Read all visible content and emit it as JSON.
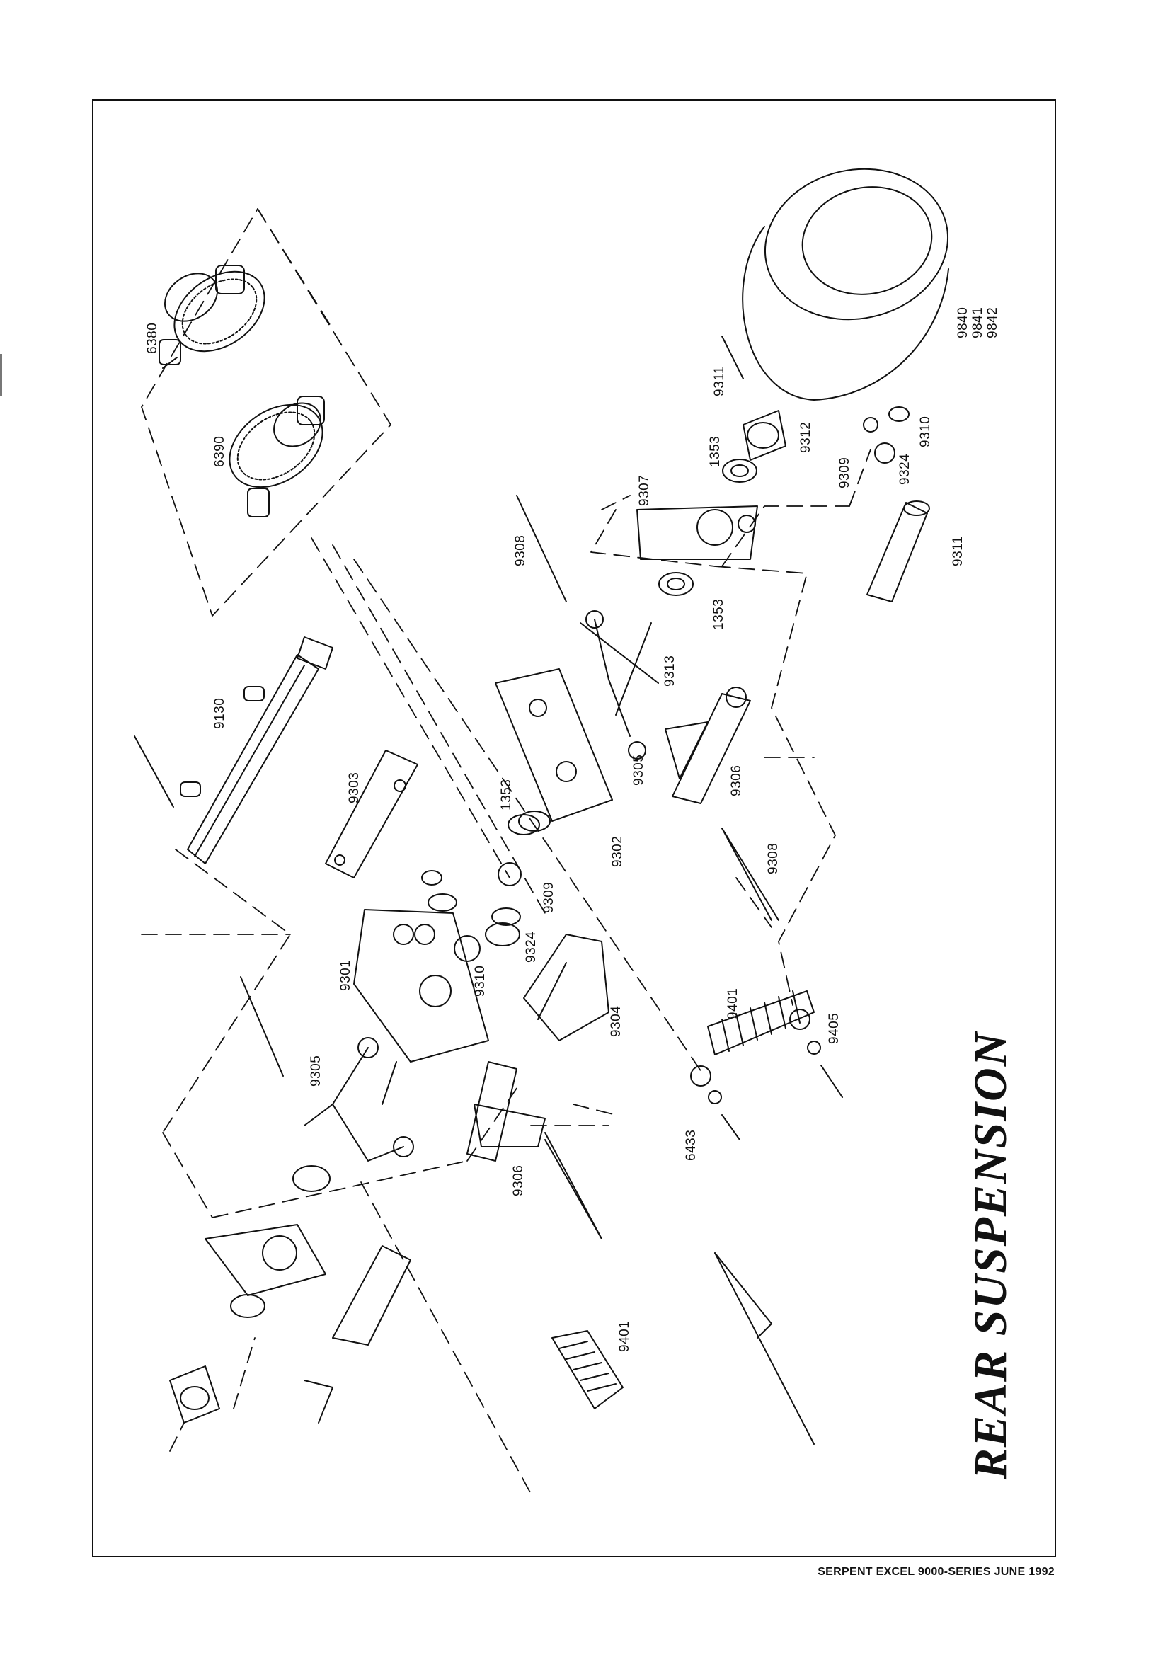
{
  "title": "REAR SUSPENSION",
  "footer": "SERPENT EXCEL 9000-SERIES JUNE 1992",
  "parts": {
    "p6380": "6380",
    "p6390": "6390",
    "p9130": "9130",
    "p9303": "9303",
    "p1353a": "1353",
    "p9302": "9302",
    "p9305a": "9305",
    "p9313": "9313",
    "p9306a": "9306",
    "p9308a": "9308",
    "p1353b": "1353",
    "p9307": "9307",
    "p1353c": "1353",
    "p9308b": "9308",
    "p9312": "9312",
    "p9311a": "9311",
    "p9309a": "9309",
    "p9324a": "9324",
    "p9310a": "9310",
    "p9311b": "9311",
    "p9840": "9840",
    "p9841": "9841",
    "p9842": "9842",
    "p9301": "9301",
    "p9310b": "9310",
    "p9324b": "9324",
    "p9309b": "9309",
    "p9304": "9304",
    "p9305b": "9305",
    "p9306b": "9306",
    "p9401a": "9401",
    "p9405": "9405",
    "p6433": "6433",
    "p9401b": "9401"
  }
}
